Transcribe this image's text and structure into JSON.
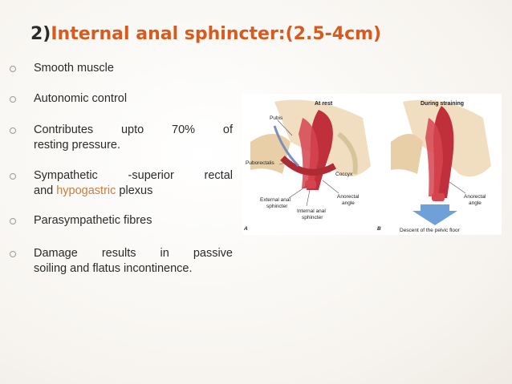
{
  "slide": {
    "title_number": "2)",
    "title_text": "Internal anal sphincter:(2.5-4cm)"
  },
  "bullets": [
    {
      "text": "Smooth muscle"
    },
    {
      "text": "Autonomic control"
    },
    {
      "line1": "Contributes upto 70% of",
      "line2": "resting pressure."
    },
    {
      "line1": "Sympathetic -superior rectal",
      "line2_pre": "and ",
      "line2_hl": "hypogastric",
      "line2_post": " plexus"
    },
    {
      "text": "Parasympathetic fibres"
    },
    {
      "line1": "Damage results in passive",
      "line2": "soiling and flatus incontinence."
    }
  ],
  "figure": {
    "panel_a_title": "At rest",
    "panel_b_title": "During straining",
    "label_pubis": "Pubis",
    "label_puborectalis": "Puborectalis",
    "label_coccyx": "Coccyx",
    "label_external_1": "External anal",
    "label_external_2": "sphincter",
    "label_internal_1": "Internal anal",
    "label_internal_2": "sphincter",
    "label_anorectal_1": "Anorectal",
    "label_anorectal_2": "angle",
    "label_b_anorectal_1": "Anorectal",
    "label_b_anorectal_2": "angle",
    "label_descent": "Descent of the pelvic floor",
    "panel_a_letter": "A",
    "panel_b_letter": "B"
  },
  "colors": {
    "title": "#d85a1c",
    "highlight": "#c77d3b",
    "muscle": "#c0303a",
    "bone": "#efd9b8",
    "arrow": "#6fa0d8"
  }
}
